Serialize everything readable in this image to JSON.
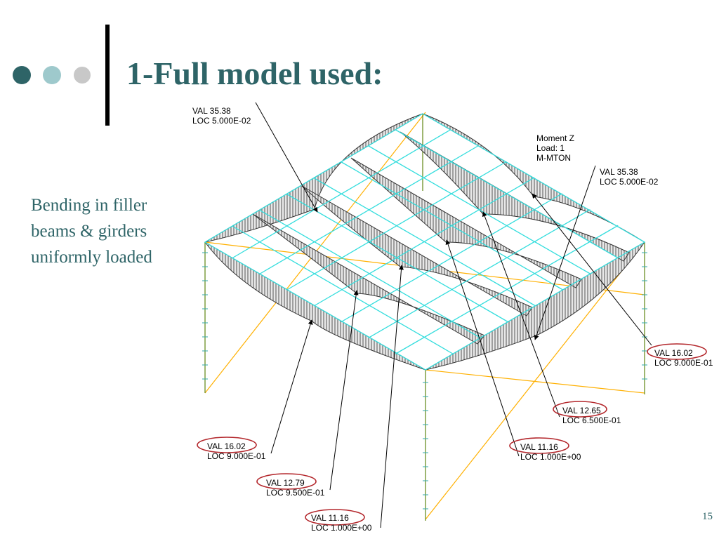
{
  "slide": {
    "title": "1-Full model used:",
    "side_text": [
      "Bending in filler",
      "beams & girders",
      "uniformly loaded"
    ],
    "slide_number": "15"
  },
  "colors": {
    "title": "#2e6467",
    "dot_dark": "#2e6467",
    "dot_mid": "#9ec9cc",
    "dot_light": "#c8c8c8",
    "mesh": "#33dddd",
    "column": "#ffb000",
    "beam_fill": "#9a9a9a",
    "highlight": "#b3262b"
  },
  "legend": {
    "lines": [
      "Moment Z",
      "Load:   1",
      "M-MTON"
    ]
  },
  "callouts": [
    {
      "val": "VAL 35.38",
      "loc": "LOC 5.000E-02"
    },
    {
      "val": "VAL 35.38",
      "loc": "LOC 5.000E-02"
    },
    {
      "val": "VAL 16.02",
      "loc": "LOC 9.000E-01"
    },
    {
      "val": "VAL 12.65",
      "loc": "LOC 6.500E-01"
    },
    {
      "val": "VAL 11.16",
      "loc": "LOC 1.000E+00"
    },
    {
      "val": "VAL 16.02",
      "loc": "LOC 9.000E-01"
    },
    {
      "val": "VAL 12.79",
      "loc": "LOC 9.500E-01"
    },
    {
      "val": "VAL 11.16",
      "loc": "LOC 1.000E+00"
    }
  ]
}
